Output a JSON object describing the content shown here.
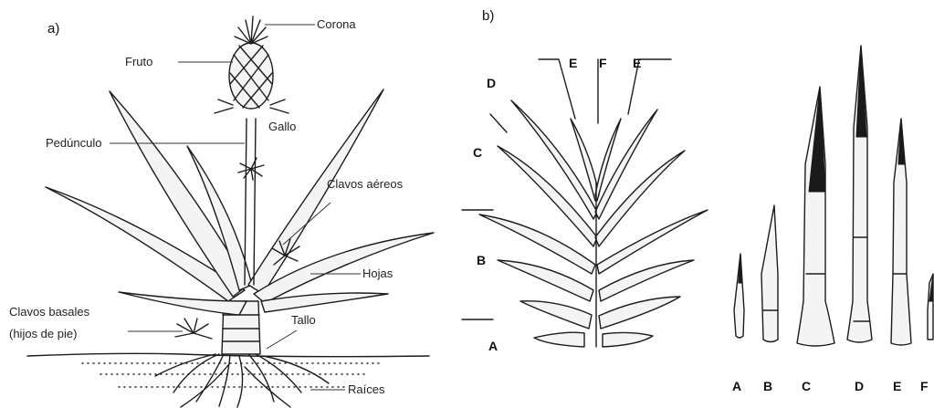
{
  "panel_a": {
    "panel_label": "a)",
    "labels": {
      "corona": "Corona",
      "fruto": "Fruto",
      "gallo": "Gallo",
      "pedunculo": "Pedúnculo",
      "clavos_aereos": "Clavos aéreos",
      "hojas": "Hojas",
      "clavos_basales_1": "Clavos basales",
      "clavos_basales_2": "(hijos de pie)",
      "tallo": "Tallo",
      "raices": "Raíces"
    }
  },
  "panel_b": {
    "panel_label": "b)",
    "zone_labels": {
      "a": "A",
      "b": "B",
      "c": "C",
      "d": "D",
      "e_left": "E",
      "f": "F",
      "e_right": "E"
    },
    "leaf_labels": [
      "A",
      "B",
      "C",
      "D",
      "E",
      "F"
    ]
  }
}
